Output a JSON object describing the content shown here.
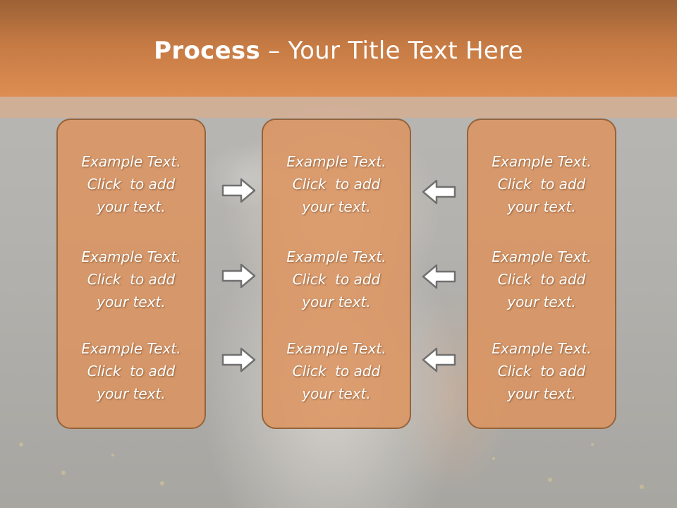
{
  "title": {
    "bold": "Process",
    "rest": " – Your Title Text Here"
  },
  "columns": [
    {
      "items": [
        {
          "line1": "Example Text.",
          "line2": "Click  to add",
          "line3": "your text."
        },
        {
          "line1": "Example Text.",
          "line2": "Click  to add",
          "line3": "your text."
        },
        {
          "line1": "Example Text.",
          "line2": "Click  to add",
          "line3": "your text."
        }
      ]
    },
    {
      "items": [
        {
          "line1": "Example Text.",
          "line2": "Click  to add",
          "line3": "your text."
        },
        {
          "line1": "Example Text.",
          "line2": "Click  to add",
          "line3": "your text."
        },
        {
          "line1": "Example Text.",
          "line2": "Click  to add",
          "line3": "your text."
        }
      ]
    },
    {
      "items": [
        {
          "line1": "Example Text.",
          "line2": "Click  to add",
          "line3": "your text."
        },
        {
          "line1": "Example Text.",
          "line2": "Click  to add",
          "line3": "your text."
        },
        {
          "line1": "Example Text.",
          "line2": "Click  to add",
          "line3": "your text."
        }
      ]
    }
  ],
  "arrows": {
    "left_side": "right-arrow-icon",
    "right_side": "left-arrow-icon"
  },
  "colors": {
    "title_band": "#c57a44",
    "box_fill": "#de925c",
    "box_border": "#96633a",
    "text": "#ffffff"
  }
}
